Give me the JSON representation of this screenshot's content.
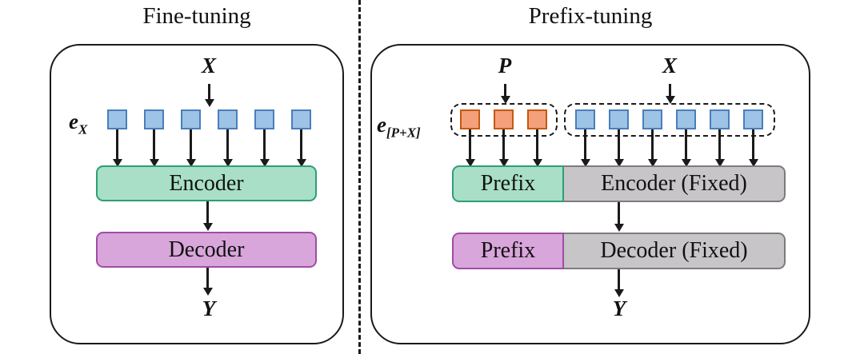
{
  "colors": {
    "token_blue_fill": "#9DC3E6",
    "token_blue_border": "#4A7EBB",
    "token_orange_fill": "#F4A07A",
    "token_orange_border": "#C45911",
    "encoder_green_fill": "#A9DFC6",
    "encoder_green_border": "#2E9E77",
    "decoder_purple_fill": "#D9A6DB",
    "decoder_purple_border": "#A04CA6",
    "fixed_gray_fill": "#C8C5C8",
    "fixed_gray_border": "#7d7b7d",
    "line_color": "#1a1a1a"
  },
  "fine_tuning": {
    "title": "Fine-tuning",
    "input_label": "X",
    "embedding_base": "e",
    "embedding_sub": "X",
    "num_input_tokens": 6,
    "encoder_label": "Encoder",
    "decoder_label": "Decoder",
    "output_label": "Y"
  },
  "prefix_tuning": {
    "title": "Prefix-tuning",
    "prefix_label": "P",
    "input_label": "X",
    "embedding_base": "e",
    "embedding_sub": "[P+X]",
    "num_prefix_tokens": 3,
    "num_input_tokens": 6,
    "encoder_prefix_label": "Prefix",
    "encoder_label": "Encoder (Fixed)",
    "decoder_prefix_label": "Prefix",
    "decoder_label": "Decoder (Fixed)",
    "output_label": "Y"
  }
}
